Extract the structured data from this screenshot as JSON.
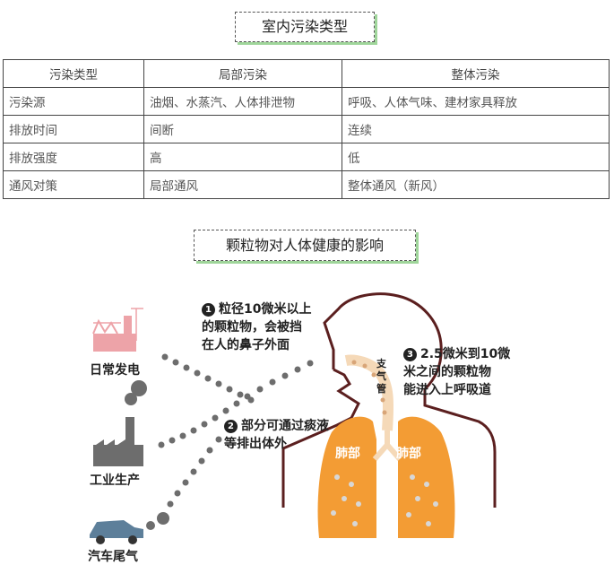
{
  "section1": {
    "title": "室内污染类型"
  },
  "table": {
    "headers": [
      "污染类型",
      "局部污染",
      "整体污染"
    ],
    "rows": [
      [
        "污染源",
        "油烟、水蒸汽、人体排泄物",
        "呼吸、人体气味、建材家具释放"
      ],
      [
        "排放时间",
        "间断",
        "连续"
      ],
      [
        "排放强度",
        "高",
        "低"
      ],
      [
        "通风对策",
        "局部通风",
        "整体通风（新风）"
      ]
    ]
  },
  "section2": {
    "title": "颗粒物对人体健康的影响"
  },
  "figure": {
    "sources": [
      "日常发电",
      "工业生产",
      "汽车尾气"
    ],
    "note1": {
      "number": "1",
      "lines": [
        "粒径10微米以上",
        "的颗粒物，会被挡",
        "在人的鼻子外面"
      ]
    },
    "note2": {
      "number": "2",
      "lines": [
        "部分可通过痰液",
        "等排出体外"
      ]
    },
    "note3": {
      "number": "3",
      "lines": [
        "2.5微米到10微",
        "米之间的颗粒物",
        "能进入上呼吸道"
      ]
    },
    "trachea_label": "支气管",
    "lung_labels": [
      "肺部",
      "肺部"
    ],
    "colors": {
      "factory_pink": "#eda3a8",
      "factory_gray": "#6d6d6d",
      "car_blue": "#5d7f9a",
      "lung": "#f39c34",
      "dots": "#6d6d6d",
      "title_shadow": "#9fd59a"
    },
    "icons": [
      "power-plant-icon",
      "factory-icon",
      "car-icon",
      "human-silhouette-icon",
      "lungs-icon"
    ]
  }
}
